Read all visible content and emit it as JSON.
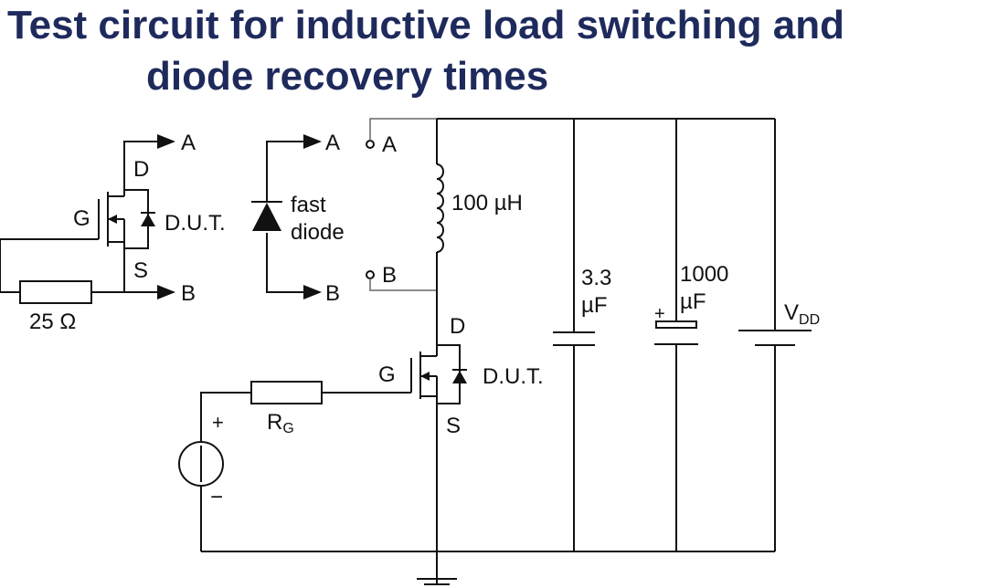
{
  "title": {
    "line1": "Test circuit for inductive load switching and",
    "line2": "diode recovery times"
  },
  "left_dut": {
    "terminal_a": "A",
    "terminal_b": "B",
    "drain": "D",
    "gate": "G",
    "source": "S",
    "dut_label": "D.U.T.",
    "resistor_label": "25 Ω"
  },
  "fast_diode": {
    "terminal_a": "A",
    "terminal_b": "B",
    "label_line1": "fast",
    "label_line2": "diode"
  },
  "main_circuit": {
    "node_a": "A",
    "node_b": "B",
    "inductor_label": "100 µH",
    "drain": "D",
    "gate": "G",
    "source": "S",
    "dut_label": "D.U.T.",
    "gate_resistor": "R",
    "gate_resistor_sub": "G",
    "source_plus": "+",
    "source_minus": "−",
    "cap1_value": "3.3",
    "cap1_unit": "µF",
    "cap2_value": "1000",
    "cap2_unit": "µF",
    "cap2_polarity": "+",
    "supply": "V",
    "supply_sub": "DD"
  }
}
